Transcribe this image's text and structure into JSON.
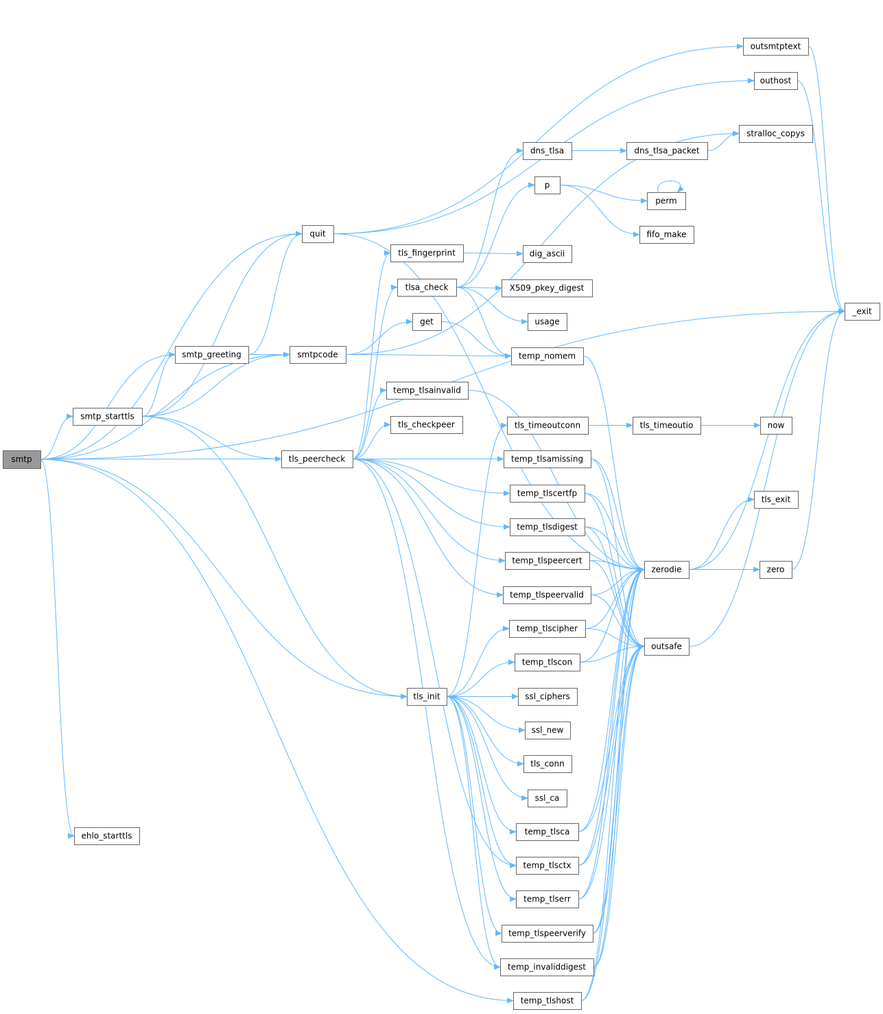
{
  "graph": {
    "edge_color": "#63b8ff",
    "node_border_color": "#666666",
    "root_fill_color": "#999999",
    "nodes": [
      {
        "id": "smtp",
        "label": "smtp",
        "root": true
      },
      {
        "id": "ehlo_starttls",
        "label": "ehlo_starttls"
      },
      {
        "id": "smtp_starttls",
        "label": "smtp_starttls"
      },
      {
        "id": "smtp_greeting",
        "label": "smtp_greeting"
      },
      {
        "id": "quit",
        "label": "quit"
      },
      {
        "id": "smtpcode",
        "label": "smtpcode"
      },
      {
        "id": "tls_peercheck",
        "label": "tls_peercheck"
      },
      {
        "id": "tls_fingerprint",
        "label": "tls_fingerprint"
      },
      {
        "id": "tlsa_check",
        "label": "tlsa_check"
      },
      {
        "id": "get",
        "label": "get"
      },
      {
        "id": "temp_tlsainvalid",
        "label": "temp_tlsainvalid"
      },
      {
        "id": "tls_checkpeer",
        "label": "tls_checkpeer"
      },
      {
        "id": "tls_init",
        "label": "tls_init"
      },
      {
        "id": "dns_tlsa",
        "label": "dns_tlsa"
      },
      {
        "id": "p",
        "label": "p"
      },
      {
        "id": "dig_ascii",
        "label": "dig_ascii"
      },
      {
        "id": "X509_pkey_digest",
        "label": "X509_pkey_digest"
      },
      {
        "id": "usage",
        "label": "usage"
      },
      {
        "id": "temp_nomem",
        "label": "temp_nomem"
      },
      {
        "id": "tls_timeoutconn",
        "label": "tls_timeoutconn"
      },
      {
        "id": "temp_tlsamissing",
        "label": "temp_tlsamissing"
      },
      {
        "id": "temp_tlscertfp",
        "label": "temp_tlscertfp"
      },
      {
        "id": "temp_tlsdigest",
        "label": "temp_tlsdigest"
      },
      {
        "id": "temp_tlspeercert",
        "label": "temp_tlspeercert"
      },
      {
        "id": "temp_tlspeervalid",
        "label": "temp_tlspeervalid"
      },
      {
        "id": "temp_tlscipher",
        "label": "temp_tlscipher"
      },
      {
        "id": "temp_tlscon",
        "label": "temp_tlscon"
      },
      {
        "id": "ssl_ciphers",
        "label": "ssl_ciphers"
      },
      {
        "id": "ssl_new",
        "label": "ssl_new"
      },
      {
        "id": "tls_conn",
        "label": "tls_conn"
      },
      {
        "id": "ssl_ca",
        "label": "ssl_ca"
      },
      {
        "id": "temp_tlsca",
        "label": "temp_tlsca"
      },
      {
        "id": "temp_tlsctx",
        "label": "temp_tlsctx"
      },
      {
        "id": "temp_tlserr",
        "label": "temp_tlserr"
      },
      {
        "id": "temp_tlspeerverify",
        "label": "temp_tlspeerverify"
      },
      {
        "id": "temp_invaliddigest",
        "label": "temp_invaliddigest"
      },
      {
        "id": "temp_tlshost",
        "label": "temp_tlshost"
      },
      {
        "id": "dns_tlsa_packet",
        "label": "dns_tlsa_packet"
      },
      {
        "id": "perm",
        "label": "perm"
      },
      {
        "id": "fifo_make",
        "label": "fifo_make"
      },
      {
        "id": "tls_timeoutio",
        "label": "tls_timeoutio"
      },
      {
        "id": "zerodie",
        "label": "zerodie"
      },
      {
        "id": "outsafe",
        "label": "outsafe"
      },
      {
        "id": "outsmtptext",
        "label": "outsmtptext"
      },
      {
        "id": "outhost",
        "label": "outhost"
      },
      {
        "id": "stralloc_copys",
        "label": "stralloc_copys"
      },
      {
        "id": "now",
        "label": "now"
      },
      {
        "id": "tls_exit",
        "label": "tls_exit"
      },
      {
        "id": "zero",
        "label": "zero"
      },
      {
        "id": "_exit",
        "label": "_exit"
      }
    ],
    "edges": [
      [
        "smtp",
        "_exit"
      ],
      [
        "smtp",
        "quit"
      ],
      [
        "smtp",
        "smtp_greeting"
      ],
      [
        "smtp",
        "smtp_starttls"
      ],
      [
        "smtp",
        "smtpcode"
      ],
      [
        "smtp",
        "tls_peercheck"
      ],
      [
        "smtp",
        "tls_init"
      ],
      [
        "smtp",
        "temp_tlshost"
      ],
      [
        "smtp",
        "ehlo_starttls"
      ],
      [
        "smtp_starttls",
        "quit"
      ],
      [
        "smtp_starttls",
        "smtp_greeting"
      ],
      [
        "smtp_starttls",
        "smtpcode"
      ],
      [
        "smtp_starttls",
        "tls_peercheck"
      ],
      [
        "smtp_starttls",
        "tls_init"
      ],
      [
        "smtp_greeting",
        "quit"
      ],
      [
        "smtp_greeting",
        "smtpcode"
      ],
      [
        "quit",
        "outsmtptext"
      ],
      [
        "quit",
        "outhost"
      ],
      [
        "quit",
        "zerodie"
      ],
      [
        "smtpcode",
        "stralloc_copys"
      ],
      [
        "smtpcode",
        "get"
      ],
      [
        "smtpcode",
        "temp_nomem"
      ],
      [
        "tls_peercheck",
        "tls_fingerprint"
      ],
      [
        "tls_peercheck",
        "tlsa_check"
      ],
      [
        "tls_peercheck",
        "temp_tlsainvalid"
      ],
      [
        "tls_peercheck",
        "tls_checkpeer"
      ],
      [
        "tls_peercheck",
        "temp_tlsamissing"
      ],
      [
        "tls_peercheck",
        "temp_tlscertfp"
      ],
      [
        "tls_peercheck",
        "temp_tlsdigest"
      ],
      [
        "tls_peercheck",
        "temp_tlspeercert"
      ],
      [
        "tls_peercheck",
        "temp_tlspeervalid"
      ],
      [
        "tls_peercheck",
        "temp_invaliddigest"
      ],
      [
        "tls_peercheck",
        "temp_tlsctx"
      ],
      [
        "tls_fingerprint",
        "dig_ascii"
      ],
      [
        "tlsa_check",
        "dns_tlsa"
      ],
      [
        "tlsa_check",
        "p"
      ],
      [
        "tlsa_check",
        "X509_pkey_digest"
      ],
      [
        "tlsa_check",
        "usage"
      ],
      [
        "tlsa_check",
        "temp_nomem"
      ],
      [
        "get",
        "temp_nomem"
      ],
      [
        "temp_nomem",
        "zerodie"
      ],
      [
        "temp_tlsainvalid",
        "zerodie"
      ],
      [
        "tls_init",
        "tls_timeoutconn"
      ],
      [
        "tls_init",
        "temp_tlscipher"
      ],
      [
        "tls_init",
        "temp_tlscon"
      ],
      [
        "tls_init",
        "ssl_ciphers"
      ],
      [
        "tls_init",
        "ssl_new"
      ],
      [
        "tls_init",
        "tls_conn"
      ],
      [
        "tls_init",
        "ssl_ca"
      ],
      [
        "tls_init",
        "temp_tlsca"
      ],
      [
        "tls_init",
        "temp_tlsctx"
      ],
      [
        "tls_init",
        "temp_tlserr"
      ],
      [
        "tls_init",
        "temp_tlspeerverify"
      ],
      [
        "tls_init",
        "temp_invaliddigest"
      ],
      [
        "dns_tlsa",
        "dns_tlsa_packet"
      ],
      [
        "dns_tlsa_packet",
        "stralloc_copys"
      ],
      [
        "p",
        "perm"
      ],
      [
        "p",
        "fifo_make"
      ],
      [
        "perm",
        "perm"
      ],
      [
        "tls_timeoutconn",
        "tls_timeoutio"
      ],
      [
        "tls_timeoutio",
        "now"
      ],
      [
        "temp_tlsamissing",
        "zerodie"
      ],
      [
        "temp_tlsamissing",
        "outsafe"
      ],
      [
        "temp_tlscertfp",
        "zerodie"
      ],
      [
        "temp_tlscertfp",
        "outsafe"
      ],
      [
        "temp_tlsdigest",
        "zerodie"
      ],
      [
        "temp_tlsdigest",
        "outsafe"
      ],
      [
        "temp_tlspeercert",
        "zerodie"
      ],
      [
        "temp_tlspeercert",
        "outsafe"
      ],
      [
        "temp_tlspeervalid",
        "zerodie"
      ],
      [
        "temp_tlspeervalid",
        "outsafe"
      ],
      [
        "temp_tlscipher",
        "zerodie"
      ],
      [
        "temp_tlscipher",
        "outsafe"
      ],
      [
        "temp_tlscon",
        "zerodie"
      ],
      [
        "temp_tlscon",
        "outsafe"
      ],
      [
        "temp_tlsca",
        "zerodie"
      ],
      [
        "temp_tlsca",
        "outsafe"
      ],
      [
        "temp_tlsctx",
        "zerodie"
      ],
      [
        "temp_tlsctx",
        "outsafe"
      ],
      [
        "temp_tlserr",
        "zerodie"
      ],
      [
        "temp_tlserr",
        "outsafe"
      ],
      [
        "temp_tlspeerverify",
        "zerodie"
      ],
      [
        "temp_tlspeerverify",
        "outsafe"
      ],
      [
        "temp_invaliddigest",
        "zerodie"
      ],
      [
        "temp_invaliddigest",
        "outsafe"
      ],
      [
        "temp_tlshost",
        "zerodie"
      ],
      [
        "temp_tlshost",
        "outsafe"
      ],
      [
        "zerodie",
        "tls_exit"
      ],
      [
        "zerodie",
        "zero"
      ],
      [
        "zerodie",
        "_exit"
      ],
      [
        "zero",
        "_exit"
      ],
      [
        "outsafe",
        "_exit"
      ],
      [
        "outsmtptext",
        "_exit"
      ],
      [
        "outhost",
        "_exit"
      ]
    ]
  }
}
